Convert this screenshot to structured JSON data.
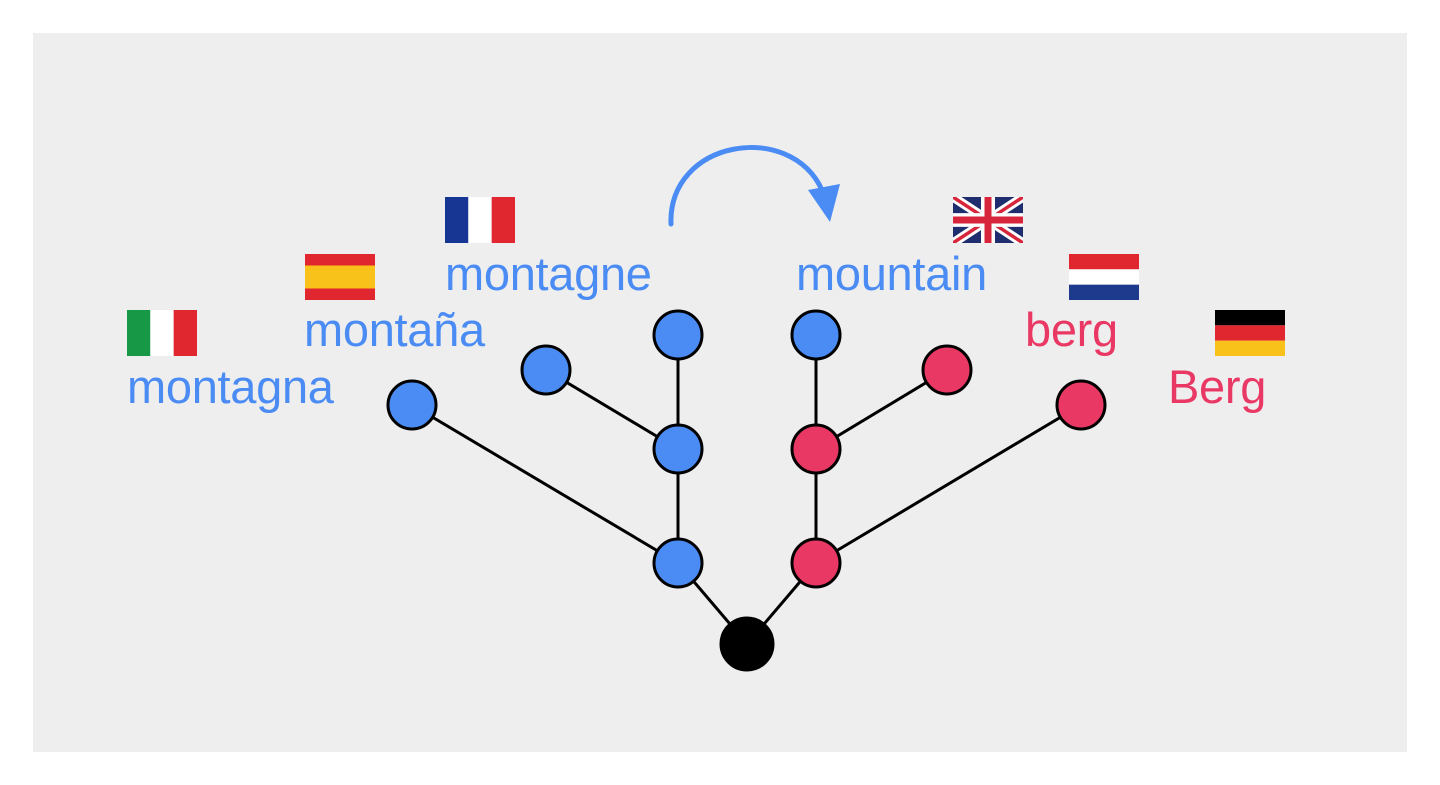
{
  "colors": {
    "background": "#eeeeef",
    "blue": "#4a8cf4",
    "red": "#ea3864",
    "edge": "#000000",
    "root": "#000000"
  },
  "words": {
    "italian": "montagna",
    "spanish": "montaña",
    "french": "montagne",
    "english": "mountain",
    "dutch": "berg",
    "german": "Berg"
  },
  "flags": {
    "italian": "italy-flag",
    "spanish": "spain-flag",
    "french": "france-flag",
    "english": "uk-flag",
    "dutch": "netherlands-flag",
    "german": "germany-flag"
  },
  "arrow": {
    "direction": "french-to-english",
    "icon": "curved-arrow-icon"
  }
}
